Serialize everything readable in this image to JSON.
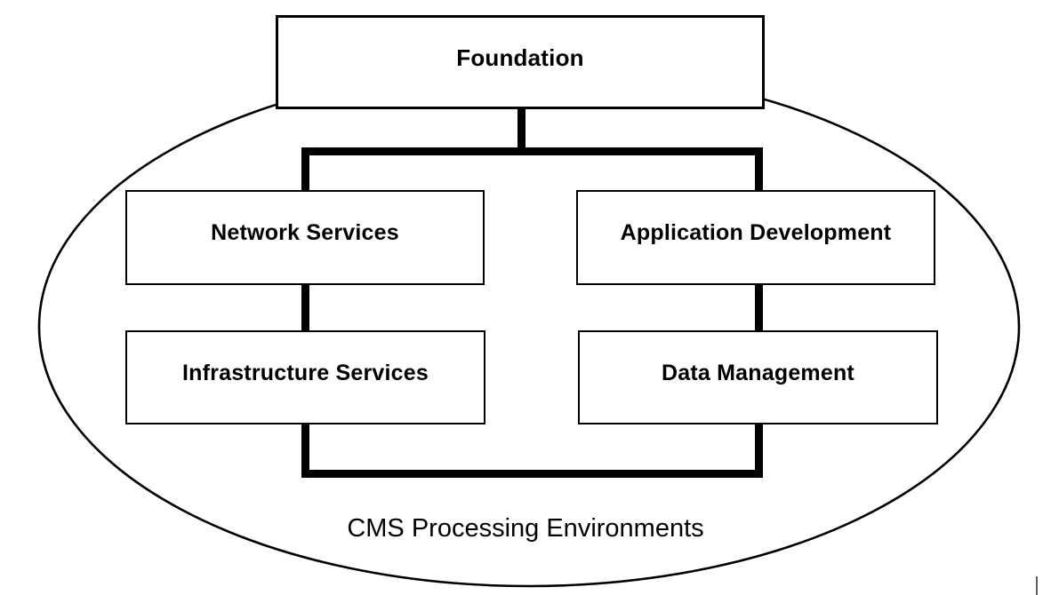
{
  "diagram": {
    "foundation": {
      "label": "Foundation"
    },
    "nodes": [
      {
        "id": "network-services",
        "label": "Network Services"
      },
      {
        "id": "application-development",
        "label": "Application Development"
      },
      {
        "id": "infrastructure-services",
        "label": "Infrastructure Services"
      },
      {
        "id": "data-management",
        "label": "Data Management"
      }
    ],
    "environment": {
      "label": "CMS Processing Environments"
    },
    "colors": {
      "line": "#000000",
      "box_fill": "#ffffff",
      "background": "#ffffff",
      "text": "#000000",
      "artifact_gray": "#5f5f5f"
    }
  }
}
